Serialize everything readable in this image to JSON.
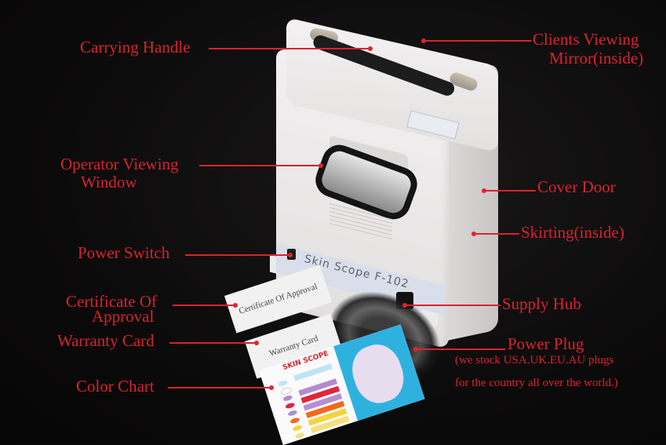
{
  "product": {
    "brand_text": "Skin Scope F-102",
    "color_chart_title": "SKIN SCOPE",
    "certificate_card_text": "Certificate Of Approval",
    "warranty_card_text": "Warranty Card"
  },
  "callouts": {
    "carrying_handle": "Carrying Handle",
    "clients_viewing_mirror_line1": "Clients Viewing",
    "clients_viewing_mirror_line2": "Mirror(inside)",
    "operator_viewing_window_line1": "Operator Viewing",
    "operator_viewing_window_line2": "Window",
    "cover_door": "Cover Door",
    "skirting": "Skirting(inside)",
    "power_switch": "Power Switch",
    "supply_hub": "Supply Hub",
    "certificate_line1": "Certificate Of",
    "certificate_line2": "Approval",
    "warranty_card": "Warranty Card",
    "power_plug": "Power Plug",
    "power_plug_note_line1": "(we stock USA.UK.EU.AU plugs",
    "power_plug_note_line2": "for the country all over the world.)",
    "color_chart": "Color Chart"
  },
  "colors": {
    "label_red": "#d8232f",
    "background": "#0b0a0a",
    "device_body": "#f0eeee"
  },
  "chart_swatches": [
    "#bfe3f5",
    "#ffffff",
    "#b28bd0",
    "#e0263a",
    "#b48fd2",
    "#f06a1c",
    "#f5d43a",
    "#f4e07a"
  ]
}
